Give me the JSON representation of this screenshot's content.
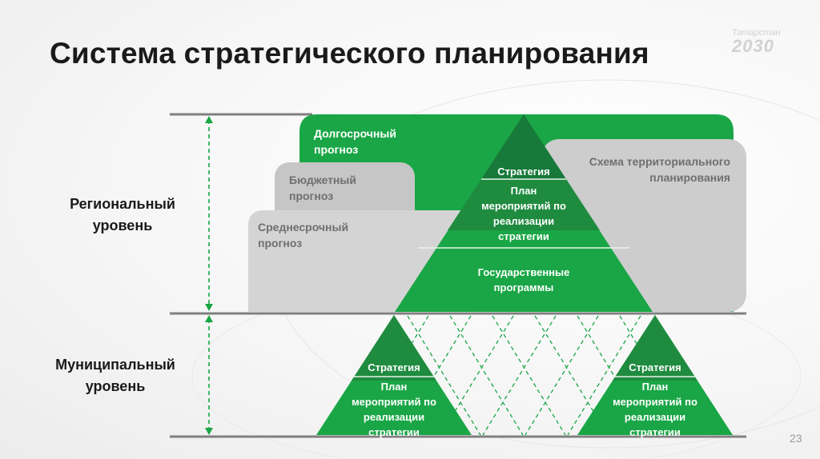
{
  "title": "Система стратегического планирования",
  "logo": {
    "line1": "Татарстан",
    "line2": "2030"
  },
  "levels": {
    "regional": {
      "line1": "Региональный",
      "line2": "уровень"
    },
    "municipal": {
      "line1": "Муниципальный",
      "line2": "уровень"
    }
  },
  "boxes": {
    "long_term": {
      "line1": "Долгосрочный",
      "line2": "прогноз"
    },
    "budget": {
      "line1": "Бюджетный",
      "line2": "прогноз"
    },
    "medium_term": {
      "line1": "Среднесрочный",
      "line2": "прогноз"
    },
    "territorial": {
      "line1": "Схема территориального",
      "line2": "планирования"
    }
  },
  "regional_pyramid": {
    "strategy": "Стратегия",
    "plan": [
      "План",
      "мероприятий по",
      "реализации",
      "стратегии"
    ],
    "programs": [
      "Государственные",
      "программы"
    ]
  },
  "municipal_pyramids": [
    {
      "strategy": "Стратегия",
      "plan": [
        "План",
        "мероприятий по",
        "реализации",
        "стратегии"
      ]
    },
    {
      "strategy": "Стратегия",
      "plan": [
        "План",
        "мероприятий по",
        "реализации",
        "стратегии"
      ]
    }
  ],
  "page_number": "23",
  "colors": {
    "green_bright": "#1aa646",
    "green_mid": "#1f8b3f",
    "green_dark": "#17793a",
    "gray_box": "#c8c8c8",
    "gray_box_light": "#d6d6d6",
    "line_gray": "#7f7f7f"
  }
}
